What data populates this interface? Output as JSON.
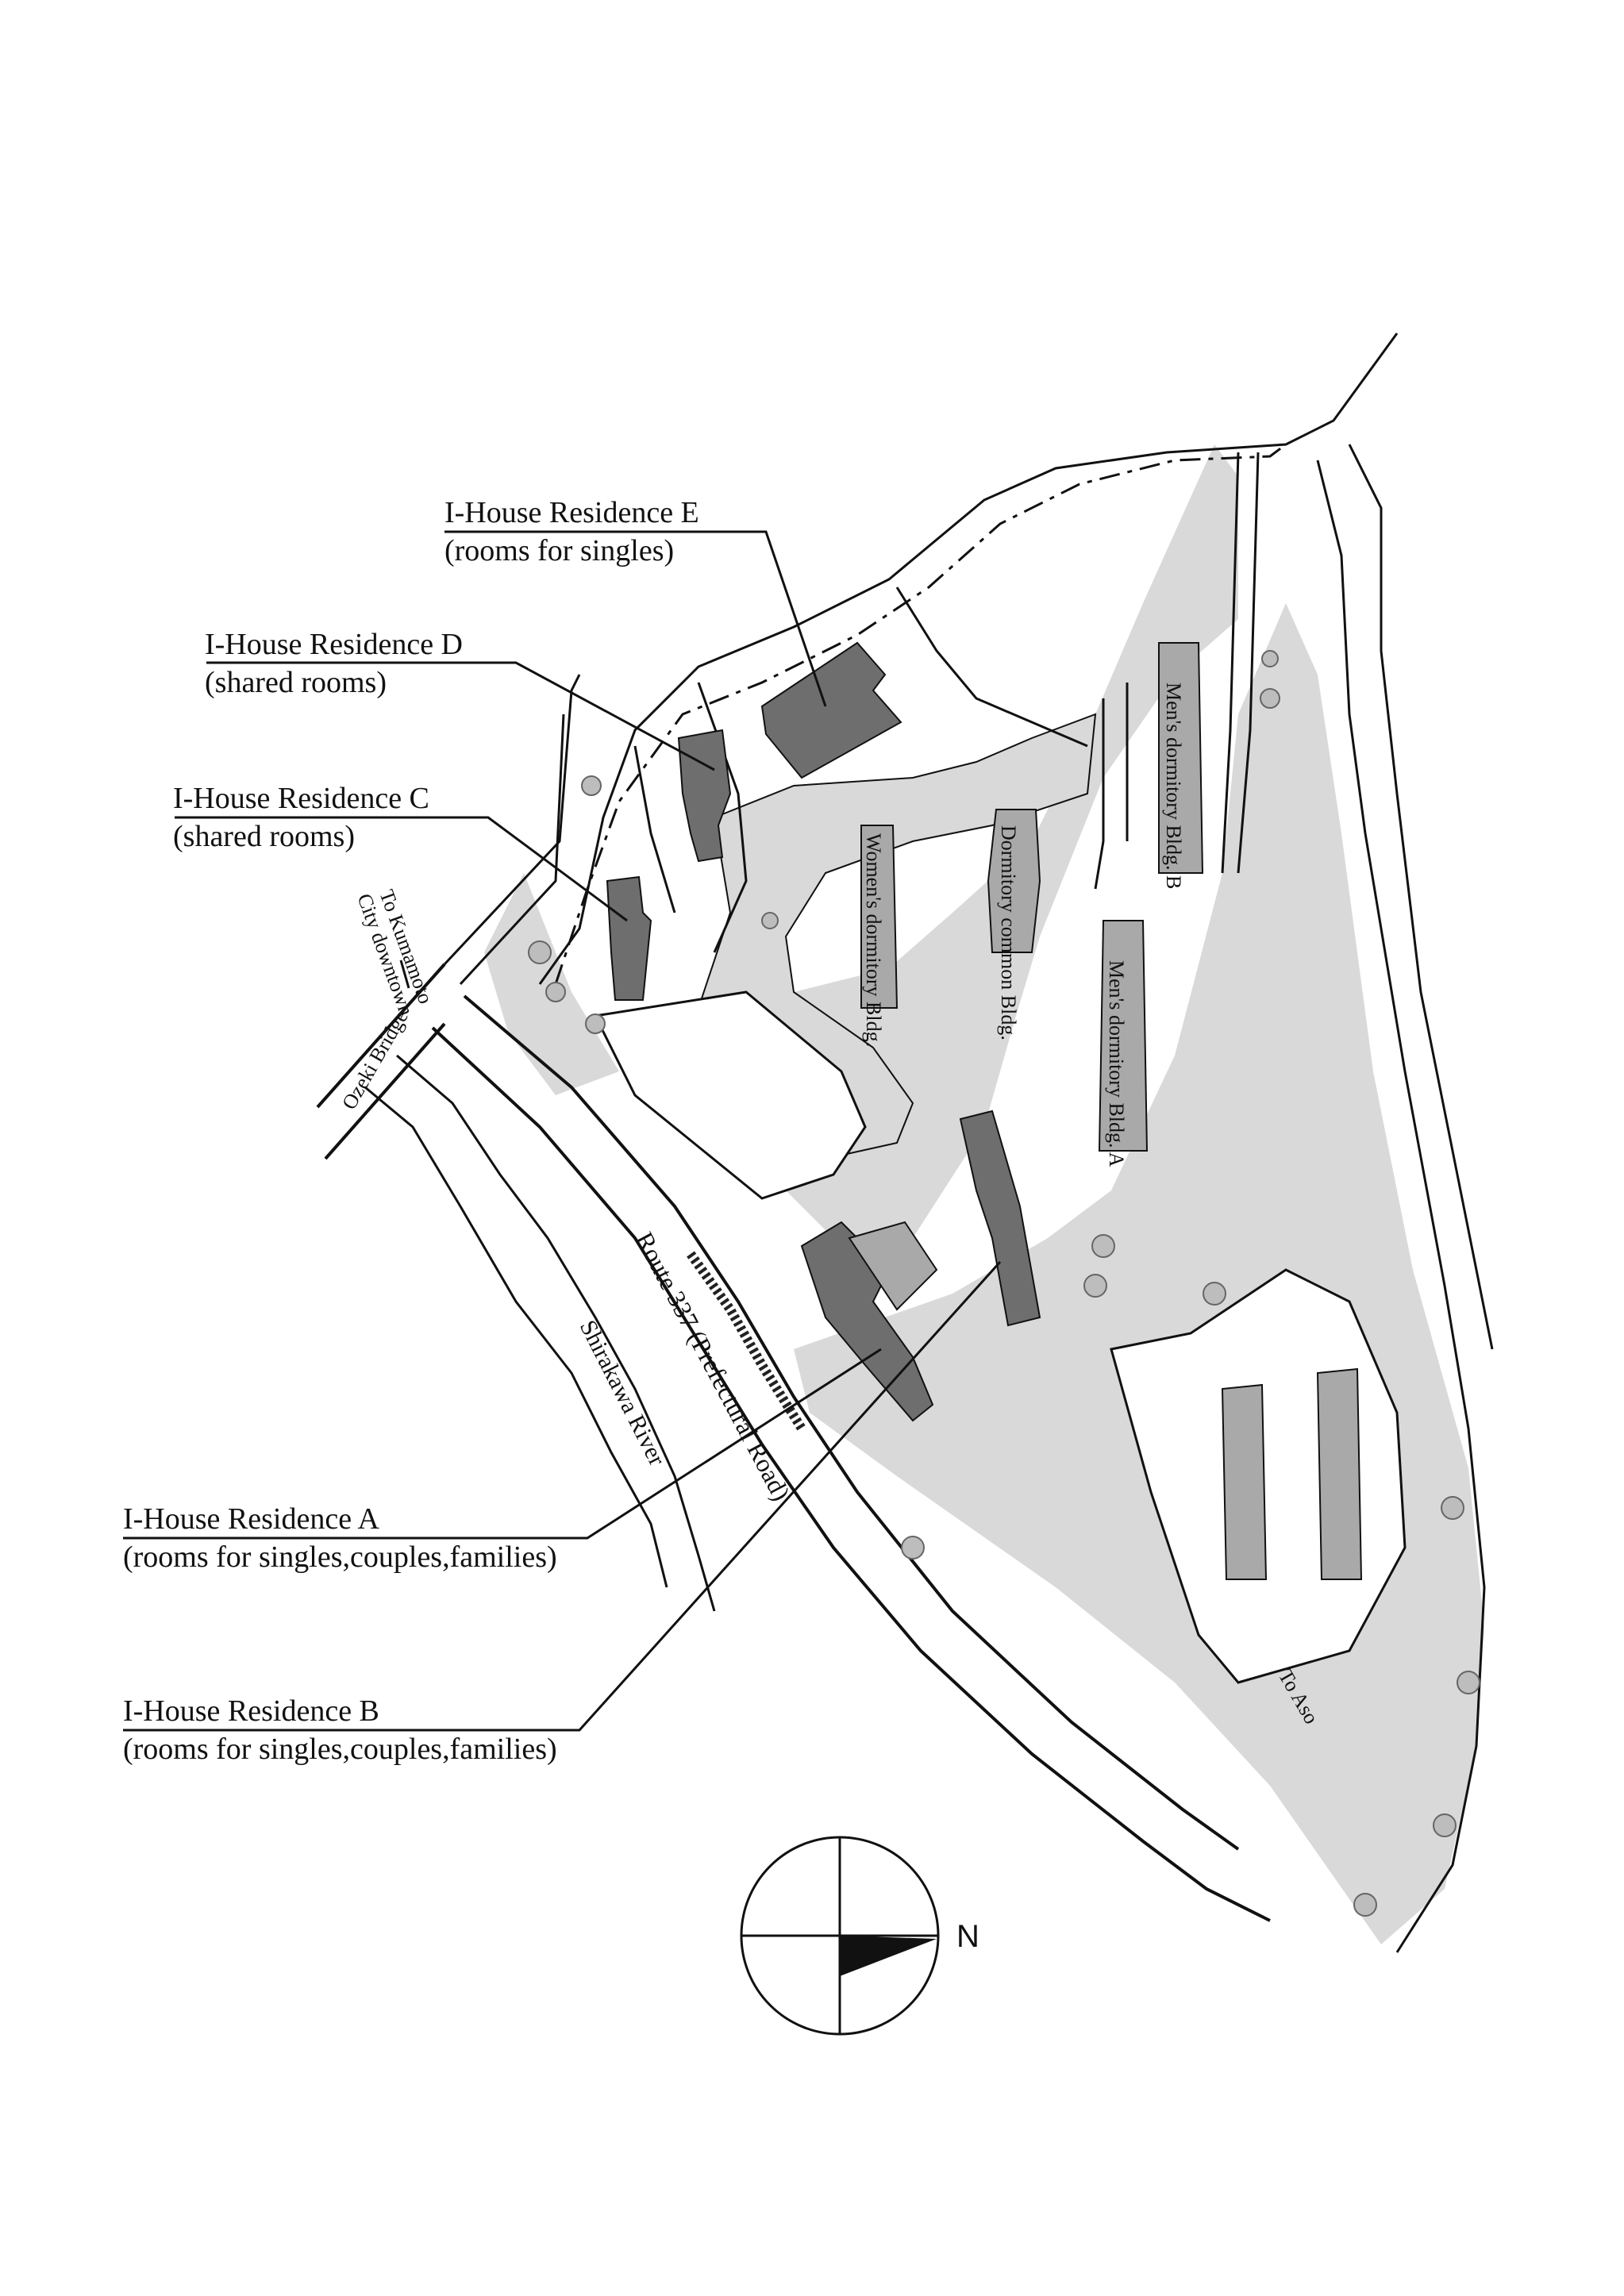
{
  "residences": {
    "e": {
      "name": "I-House Residence E",
      "note": "(rooms for singles)"
    },
    "d": {
      "name": "I-House Residence D",
      "note": "(shared rooms)"
    },
    "c": {
      "name": "I-House Residence C",
      "note": "(shared rooms)"
    },
    "a": {
      "name": "I-House Residence A",
      "note": "(rooms for singles,couples,families)"
    },
    "b": {
      "name": "I-House Residence B",
      "note": "(rooms for singles,couples,families)"
    }
  },
  "buildings": {
    "womens_dorm": "Women's dormitory Bldg.",
    "common": "Dormitory common Bldg.",
    "mens_b": "Men's dormitory Bldg. B",
    "mens_a": "Men's dormitory Bldg. A"
  },
  "places": {
    "to_kumamoto": "To Kumamoto",
    "city_downtown": "City downtown",
    "ozeki_bridge": "Ozeki Bridge",
    "route": "Route 337 (Prefectural Road)",
    "river": "Shirakawa River",
    "to_aso": "To Aso"
  },
  "compass": {
    "north_label": "N"
  },
  "colors": {
    "dark_building": "#6e6e6e",
    "light_building": "#a9a9a9",
    "ground": "#d9d9d9",
    "line": "#111111"
  }
}
